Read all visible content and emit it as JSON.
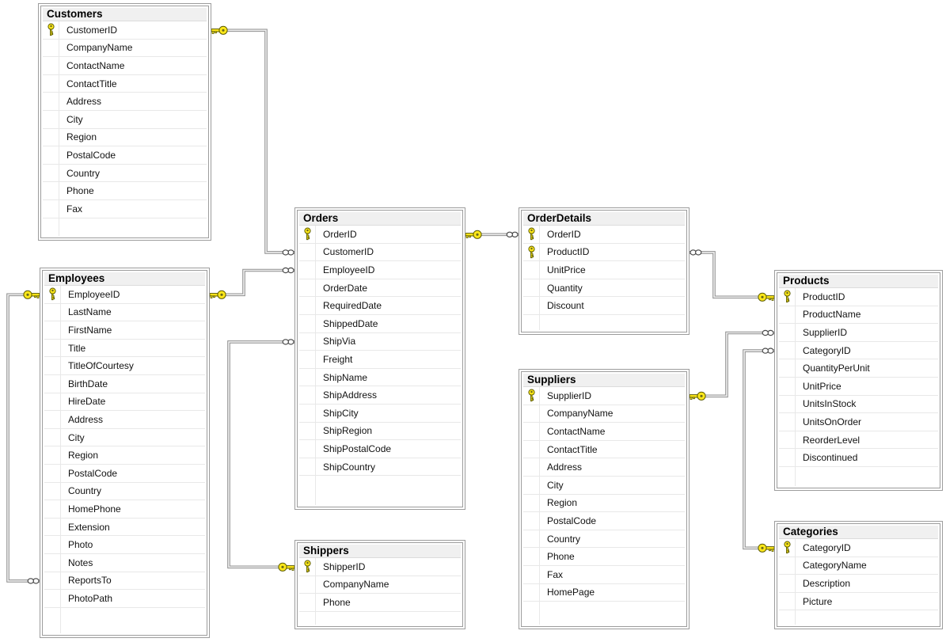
{
  "diagram": {
    "colors": {
      "header_bg": "#f0f0f0",
      "table_bg": "#ffffff",
      "frame": "#9c9c9c",
      "row_line": "#e8e8e8",
      "text": "#000000",
      "connector_outline": "#8f8f8f",
      "connector_core": "#efefef",
      "key_fill": "#ffe81a",
      "key_outline": "#5b5b00",
      "infinity_outline": "#4a4a4a"
    },
    "icons": {
      "primary_key": "key-icon",
      "one_end": "key-icon",
      "many_end": "infinity-icon"
    },
    "tables": [
      {
        "id": "customers",
        "title": "Customers",
        "fields": [
          {
            "name": "CustomerID",
            "pk": true
          },
          {
            "name": "CompanyName",
            "pk": false
          },
          {
            "name": "ContactName",
            "pk": false
          },
          {
            "name": "ContactTitle",
            "pk": false
          },
          {
            "name": "Address",
            "pk": false
          },
          {
            "name": "City",
            "pk": false
          },
          {
            "name": "Region",
            "pk": false
          },
          {
            "name": "PostalCode",
            "pk": false
          },
          {
            "name": "Country",
            "pk": false
          },
          {
            "name": "Phone",
            "pk": false
          },
          {
            "name": "Fax",
            "pk": false
          }
        ]
      },
      {
        "id": "employees",
        "title": "Employees",
        "fields": [
          {
            "name": "EmployeeID",
            "pk": true
          },
          {
            "name": "LastName",
            "pk": false
          },
          {
            "name": "FirstName",
            "pk": false
          },
          {
            "name": "Title",
            "pk": false
          },
          {
            "name": "TitleOfCourtesy",
            "pk": false
          },
          {
            "name": "BirthDate",
            "pk": false
          },
          {
            "name": "HireDate",
            "pk": false
          },
          {
            "name": "Address",
            "pk": false
          },
          {
            "name": "City",
            "pk": false
          },
          {
            "name": "Region",
            "pk": false
          },
          {
            "name": "PostalCode",
            "pk": false
          },
          {
            "name": "Country",
            "pk": false
          },
          {
            "name": "HomePhone",
            "pk": false
          },
          {
            "name": "Extension",
            "pk": false
          },
          {
            "name": "Photo",
            "pk": false
          },
          {
            "name": "Notes",
            "pk": false
          },
          {
            "name": "ReportsTo",
            "pk": false
          },
          {
            "name": "PhotoPath",
            "pk": false
          }
        ]
      },
      {
        "id": "orders",
        "title": "Orders",
        "fields": [
          {
            "name": "OrderID",
            "pk": true
          },
          {
            "name": "CustomerID",
            "pk": false
          },
          {
            "name": "EmployeeID",
            "pk": false
          },
          {
            "name": "OrderDate",
            "pk": false
          },
          {
            "name": "RequiredDate",
            "pk": false
          },
          {
            "name": "ShippedDate",
            "pk": false
          },
          {
            "name": "ShipVia",
            "pk": false
          },
          {
            "name": "Freight",
            "pk": false
          },
          {
            "name": "ShipName",
            "pk": false
          },
          {
            "name": "ShipAddress",
            "pk": false
          },
          {
            "name": "ShipCity",
            "pk": false
          },
          {
            "name": "ShipRegion",
            "pk": false
          },
          {
            "name": "ShipPostalCode",
            "pk": false
          },
          {
            "name": "ShipCountry",
            "pk": false
          }
        ]
      },
      {
        "id": "shippers",
        "title": "Shippers",
        "fields": [
          {
            "name": "ShipperID",
            "pk": true
          },
          {
            "name": "CompanyName",
            "pk": false
          },
          {
            "name": "Phone",
            "pk": false
          }
        ]
      },
      {
        "id": "orderdetails",
        "title": "OrderDetails",
        "fields": [
          {
            "name": "OrderID",
            "pk": true
          },
          {
            "name": "ProductID",
            "pk": true
          },
          {
            "name": "UnitPrice",
            "pk": false
          },
          {
            "name": "Quantity",
            "pk": false
          },
          {
            "name": "Discount",
            "pk": false
          }
        ]
      },
      {
        "id": "suppliers",
        "title": "Suppliers",
        "fields": [
          {
            "name": "SupplierID",
            "pk": true
          },
          {
            "name": "CompanyName",
            "pk": false
          },
          {
            "name": "ContactName",
            "pk": false
          },
          {
            "name": "ContactTitle",
            "pk": false
          },
          {
            "name": "Address",
            "pk": false
          },
          {
            "name": "City",
            "pk": false
          },
          {
            "name": "Region",
            "pk": false
          },
          {
            "name": "PostalCode",
            "pk": false
          },
          {
            "name": "Country",
            "pk": false
          },
          {
            "name": "Phone",
            "pk": false
          },
          {
            "name": "Fax",
            "pk": false
          },
          {
            "name": "HomePage",
            "pk": false
          }
        ]
      },
      {
        "id": "products",
        "title": "Products",
        "fields": [
          {
            "name": "ProductID",
            "pk": true
          },
          {
            "name": "ProductName",
            "pk": false
          },
          {
            "name": "SupplierID",
            "pk": false
          },
          {
            "name": "CategoryID",
            "pk": false
          },
          {
            "name": "QuantityPerUnit",
            "pk": false
          },
          {
            "name": "UnitPrice",
            "pk": false
          },
          {
            "name": "UnitsInStock",
            "pk": false
          },
          {
            "name": "UnitsOnOrder",
            "pk": false
          },
          {
            "name": "ReorderLevel",
            "pk": false
          },
          {
            "name": "Discontinued",
            "pk": false
          }
        ]
      },
      {
        "id": "categories",
        "title": "Categories",
        "fields": [
          {
            "name": "CategoryID",
            "pk": true
          },
          {
            "name": "CategoryName",
            "pk": false
          },
          {
            "name": "Description",
            "pk": false
          },
          {
            "name": "Picture",
            "pk": false
          }
        ]
      }
    ],
    "relationships": [
      {
        "id": "orders-customers",
        "one": {
          "table": "customers",
          "field": "CustomerID"
        },
        "many": {
          "table": "orders",
          "field": "CustomerID"
        }
      },
      {
        "id": "orders-employees",
        "one": {
          "table": "employees",
          "field": "EmployeeID"
        },
        "many": {
          "table": "orders",
          "field": "EmployeeID"
        }
      },
      {
        "id": "employees-reportsto",
        "one": {
          "table": "employees",
          "field": "EmployeeID"
        },
        "many": {
          "table": "employees",
          "field": "ReportsTo"
        }
      },
      {
        "id": "orders-shippers",
        "one": {
          "table": "shippers",
          "field": "ShipperID"
        },
        "many": {
          "table": "orders",
          "field": "ShipVia"
        }
      },
      {
        "id": "orderdetails-orders",
        "one": {
          "table": "orders",
          "field": "OrderID"
        },
        "many": {
          "table": "orderdetails",
          "field": "OrderID"
        }
      },
      {
        "id": "orderdetails-products",
        "one": {
          "table": "products",
          "field": "ProductID"
        },
        "many": {
          "table": "orderdetails",
          "field": "ProductID"
        }
      },
      {
        "id": "products-suppliers",
        "one": {
          "table": "suppliers",
          "field": "SupplierID"
        },
        "many": {
          "table": "products",
          "field": "SupplierID"
        }
      },
      {
        "id": "products-categories",
        "one": {
          "table": "categories",
          "field": "CategoryID"
        },
        "many": {
          "table": "products",
          "field": "CategoryID"
        }
      }
    ]
  }
}
